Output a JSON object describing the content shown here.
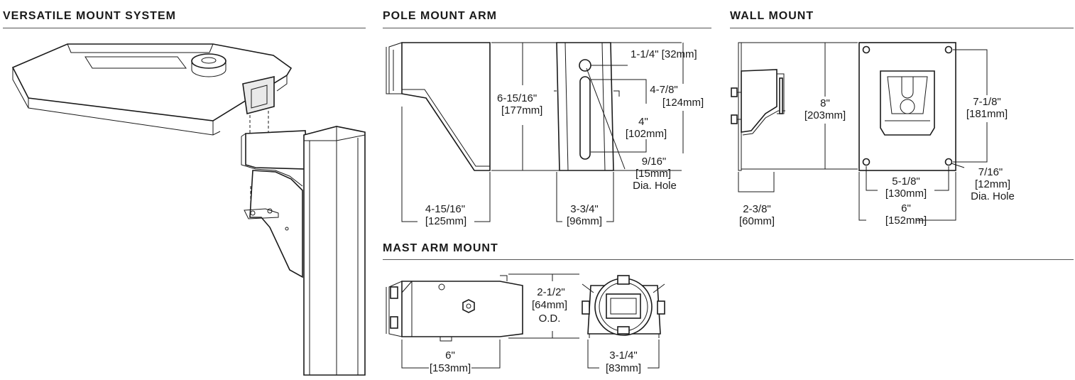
{
  "sections": {
    "versatile": "VERSATILE MOUNT SYSTEM",
    "pole": "POLE MOUNT ARM",
    "wall": "WALL MOUNT",
    "mast": "MAST ARM MOUNT"
  },
  "pole_dims": {
    "hole_offset": "1-1/4\" [32mm]",
    "height_a": "6-15/16\"",
    "height_a_mm": "[177mm]",
    "height_b": "4-7/8\"",
    "height_b_mm": "[124mm]",
    "slot": "4\"",
    "slot_mm": "[102mm]",
    "hole": "9/16\"",
    "hole_mm": "[15mm]",
    "hole_label": "Dia. Hole",
    "length": "4-15/16\"",
    "length_mm": "[125mm]",
    "width": "3-3/4\"",
    "width_mm": "[96mm]"
  },
  "wall_dims": {
    "height": "8\"",
    "height_mm": "[203mm]",
    "hole_spacing_v": "7-1/8\"",
    "hole_spacing_v_mm": "[181mm]",
    "hole_spacing_h": "5-1/8\"",
    "hole_spacing_h_mm": "[130mm]",
    "plate_width": "6\"",
    "plate_width_mm": "[152mm]",
    "hole": "7/16\"",
    "hole_mm": "[12mm]",
    "hole_label": "Dia. Hole",
    "depth": "2-3/8\"",
    "depth_mm": "[60mm]"
  },
  "mast_dims": {
    "od": "2-1/2\"",
    "od_mm": "[64mm]",
    "od_label": "O.D.",
    "length": "6\"",
    "length_mm": "[153mm]",
    "width": "3-1/4\"",
    "width_mm": "[83mm]"
  }
}
